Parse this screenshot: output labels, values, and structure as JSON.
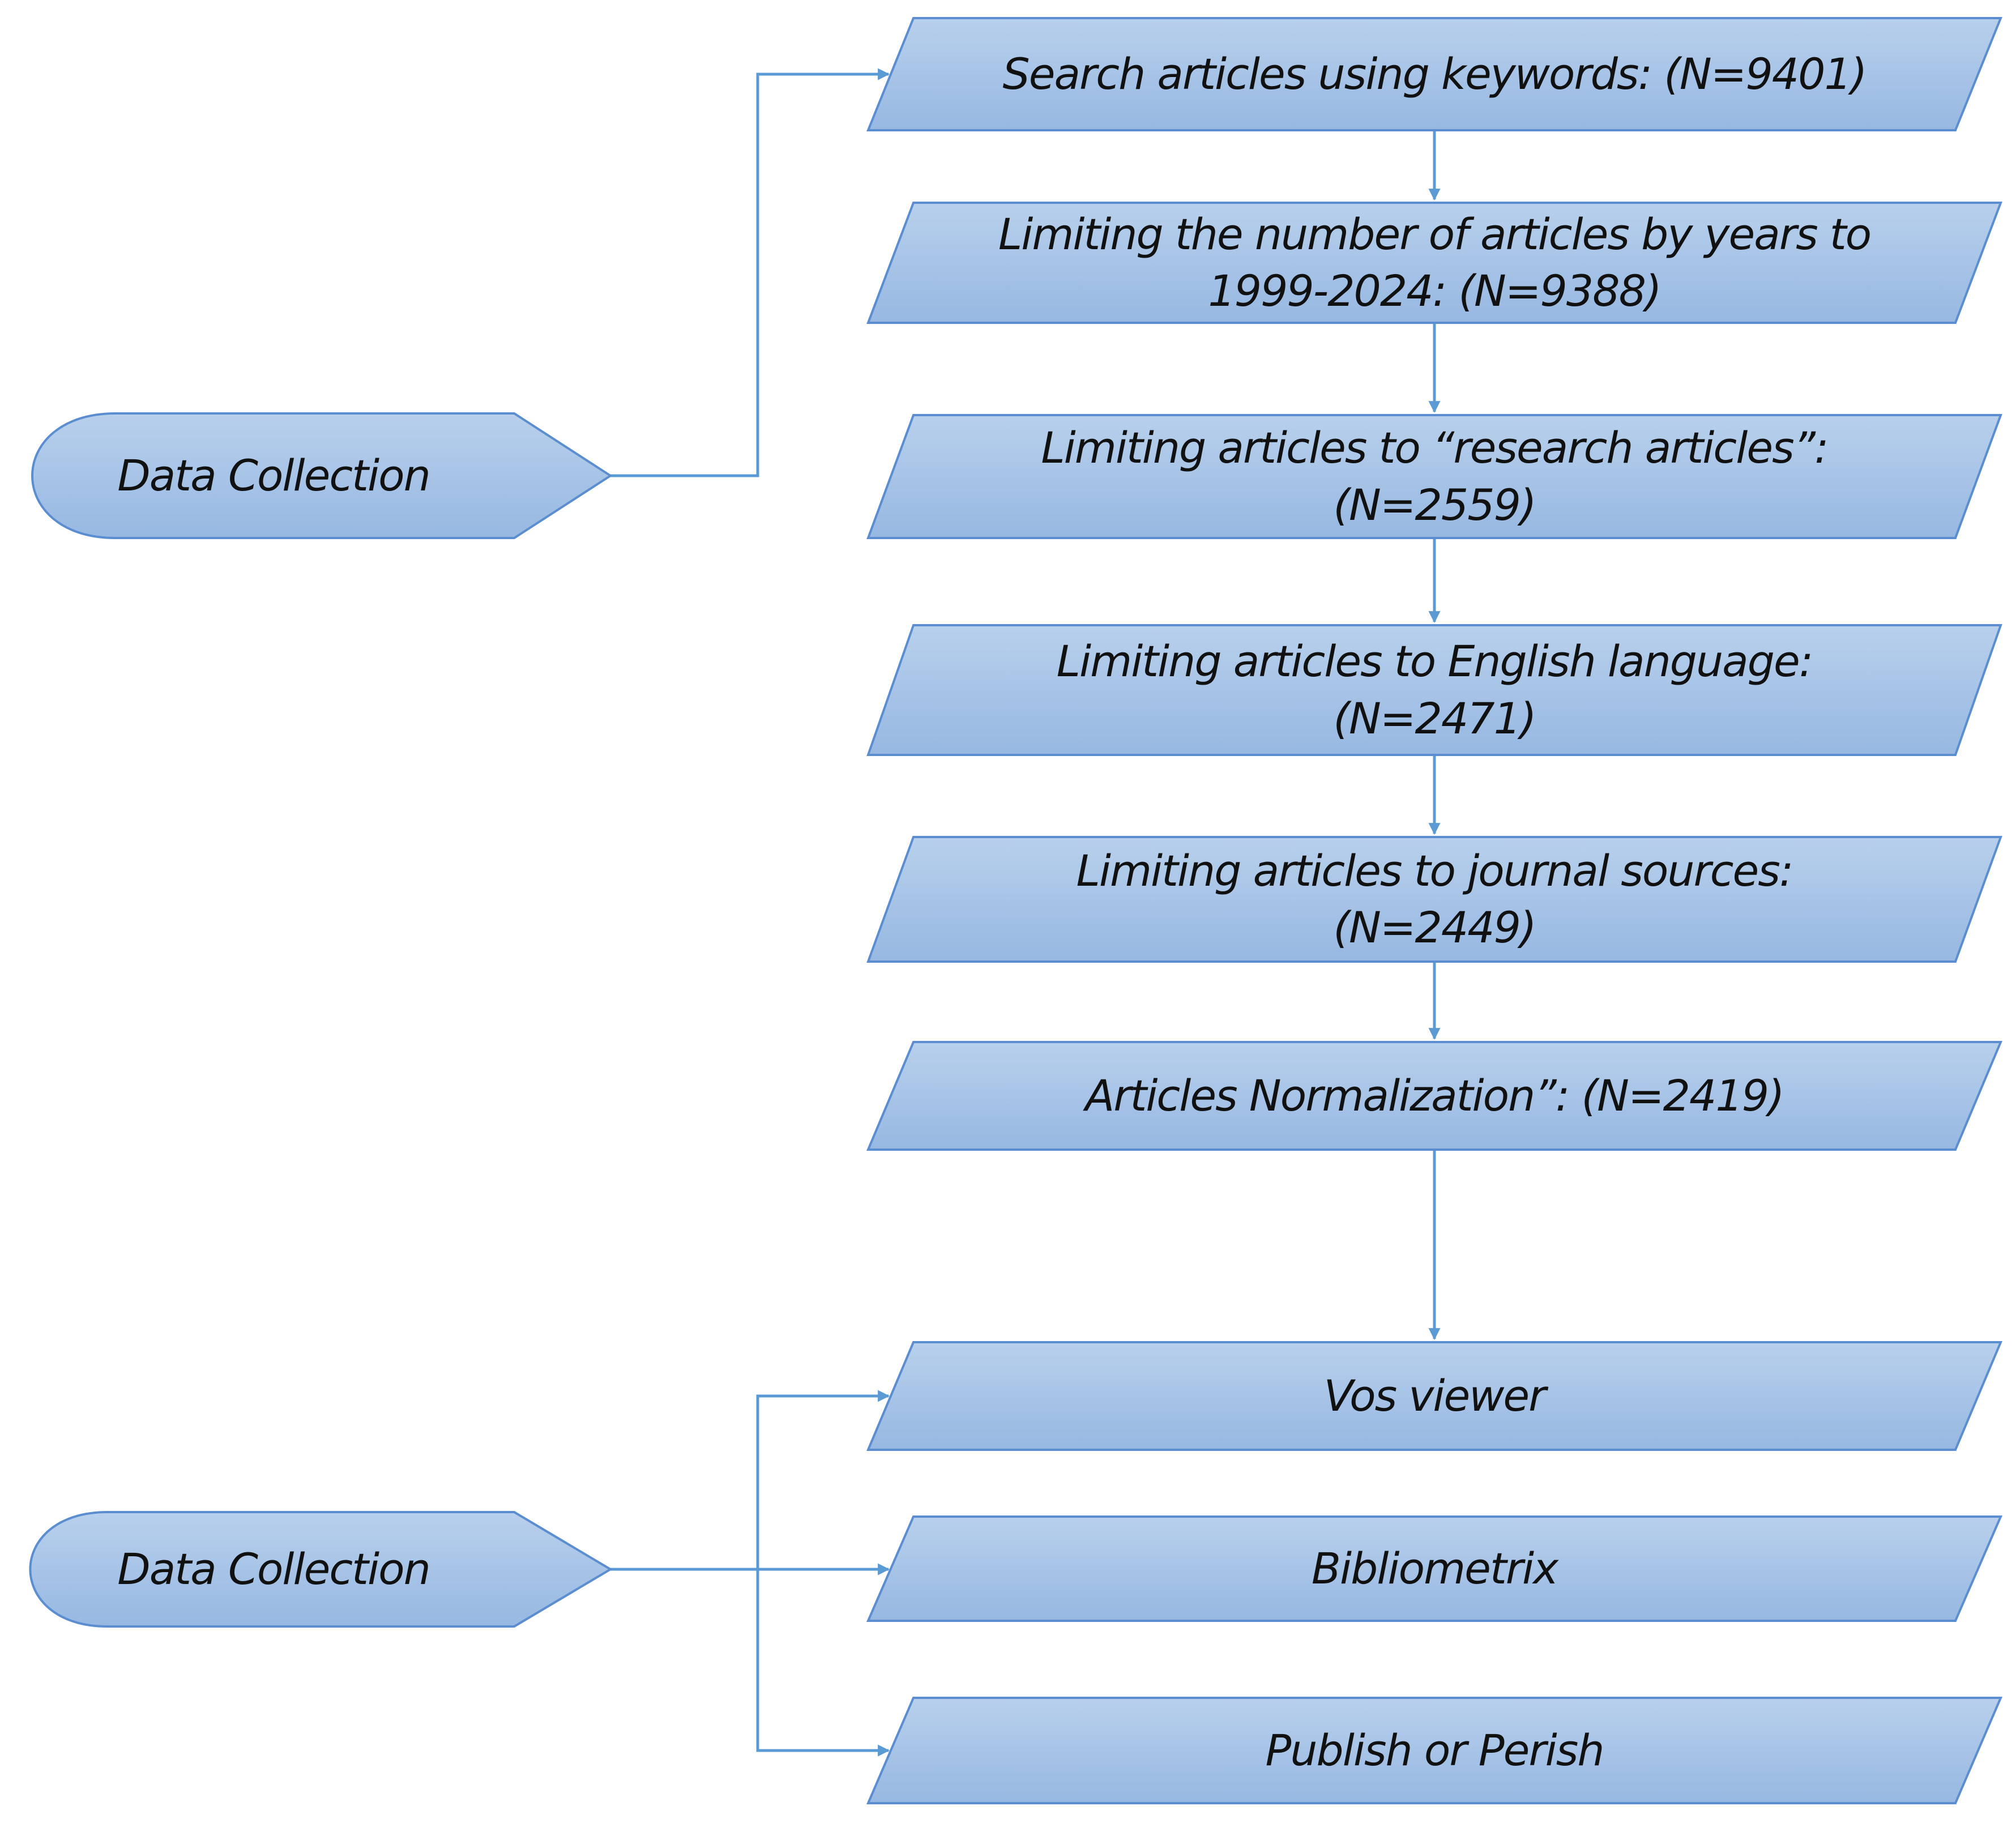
{
  "diagram": {
    "colors": {
      "fill_top": "#b8d0ec",
      "fill_bottom": "#97b8e2",
      "stroke": "#5b8ed0",
      "connector": "#5b9bd5",
      "text": "#111111"
    },
    "sources": [
      {
        "id": "source-top",
        "label": "Data Collection"
      },
      {
        "id": "source-bottom",
        "label": "Data Collection"
      }
    ],
    "steps": [
      {
        "id": "step-1",
        "lines": [
          "Search articles using keywords: (N=9401)"
        ]
      },
      {
        "id": "step-2",
        "lines": [
          "Limiting the number of articles by years to",
          "1999-2024: (N=9388)"
        ]
      },
      {
        "id": "step-3",
        "lines": [
          "Limiting articles to “research articles”:",
          "(N=2559)"
        ]
      },
      {
        "id": "step-4",
        "lines": [
          "Limiting articles to English language:",
          "(N=2471)"
        ]
      },
      {
        "id": "step-5",
        "lines": [
          "Limiting articles to journal sources:",
          "(N=2449)"
        ]
      },
      {
        "id": "step-6",
        "lines": [
          "Articles Normalization”: (N=2419)"
        ]
      }
    ],
    "tools": [
      {
        "id": "tool-1",
        "lines": [
          "Vos viewer"
        ]
      },
      {
        "id": "tool-2",
        "lines": [
          "Bibliometrix"
        ]
      },
      {
        "id": "tool-3",
        "lines": [
          "Publish or Perish"
        ]
      }
    ]
  }
}
